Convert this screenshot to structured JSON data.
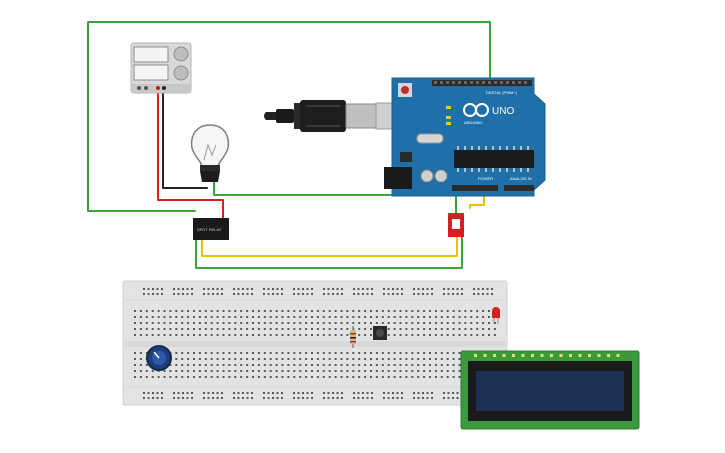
{
  "canvas": {
    "background": "#ffffff"
  },
  "arduino": {
    "model_label": "UNO",
    "brand_label": "ARDUINO",
    "digital_header_label": "DIGITAL (PWM~)",
    "power_label": "POWER",
    "analog_label": "ANALOG IN",
    "board_color": "#1f6fa8"
  },
  "relay": {
    "label": "SPDT RELAY"
  },
  "wire_colors": {
    "green": "#3aa53a",
    "red": "#d42020",
    "black": "#222222",
    "yellow": "#e6c200"
  },
  "lcd": {
    "pcb_color": "#3c9a3c",
    "screen_color": "#1d2f52"
  },
  "breadboard": {
    "color": "#e3e3e3"
  },
  "icons": [
    "power-supply-icon",
    "light-bulb-icon",
    "usb-plug-icon",
    "led-icon",
    "potentiometer-icon",
    "push-button-icon",
    "resistor-icon",
    "slide-switch-icon"
  ]
}
